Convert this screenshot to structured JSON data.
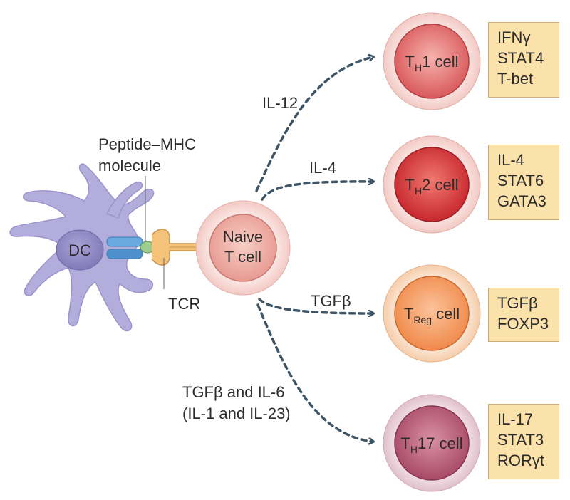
{
  "dc": {
    "label": "DC"
  },
  "peptide_mhc": {
    "line1": "Peptide–MHC",
    "line2": "molecule"
  },
  "tcr": {
    "label": "TCR"
  },
  "naive": {
    "line1": "Naive",
    "line2": "T cell"
  },
  "cytokines": {
    "th1": "IL-12",
    "th2": "IL-4",
    "treg": "TGFβ",
    "th17_line1": "TGFβ and IL-6",
    "th17_line2": "(IL-1 and IL-23)"
  },
  "cells": {
    "th1": {
      "main": "T",
      "sub": "H",
      "rest": "1 cell"
    },
    "th2": {
      "main": "T",
      "sub": "H",
      "rest": "2 cell"
    },
    "treg": {
      "main": "T",
      "sub": "Reg",
      "rest": " cell"
    },
    "th17": {
      "main": "T",
      "sub": "H",
      "rest": "17 cell"
    }
  },
  "markers": {
    "th1": [
      "IFNγ",
      "STAT4",
      "T-bet"
    ],
    "th2": [
      "IL-4",
      "STAT6",
      "GATA3"
    ],
    "treg": [
      "TGFβ",
      "FOXP3"
    ],
    "th17": [
      "IL-17",
      "STAT3",
      "RORγt"
    ]
  },
  "colors": {
    "dc_body": "#b3addb",
    "dc_nucleus": "#8f87c4",
    "mhc": "#5b9bd5",
    "tcr": "#f5c27a",
    "arrow": "#3d5566",
    "box_fill": "#fbe1aa",
    "th1": "#d9595b",
    "th2": "#c7272d",
    "treg": "#f08a4b",
    "th17": "#a84a67"
  }
}
